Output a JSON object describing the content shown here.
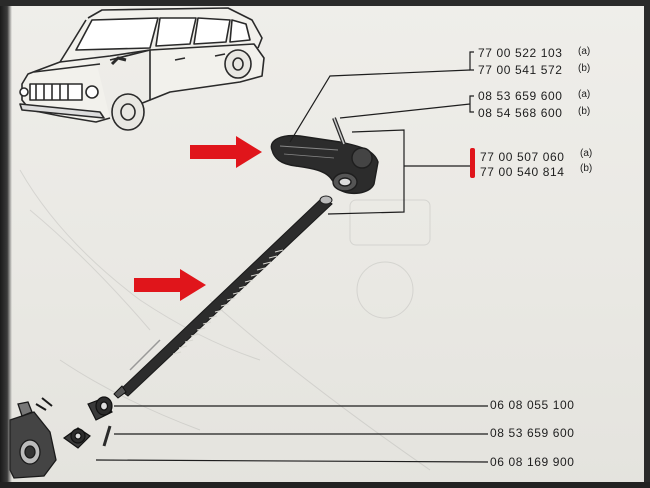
{
  "part_numbers": {
    "group1": {
      "a": "77 00 522 103",
      "b": "77 00 541 572",
      "a_suffix": "(a)",
      "b_suffix": "(b)"
    },
    "group2": {
      "a": "08 53 659 600",
      "b": "08 54 568 600",
      "a_suffix": "(a)",
      "b_suffix": "(b)"
    },
    "group3": {
      "a": "77 00 507 060",
      "b": "77 00 540 814",
      "a_suffix": "(a)",
      "b_suffix": "(b)"
    },
    "bottom": [
      "06 08 055 100",
      "08 53 659 600",
      "06 08 169 900"
    ]
  },
  "colors": {
    "arrow": "#e0151b",
    "highlight": "#e0151b",
    "ink": "#1e1e1e"
  },
  "icons": {
    "arrow_upper": "red-arrow-right-icon",
    "arrow_lower": "red-arrow-right-icon"
  }
}
